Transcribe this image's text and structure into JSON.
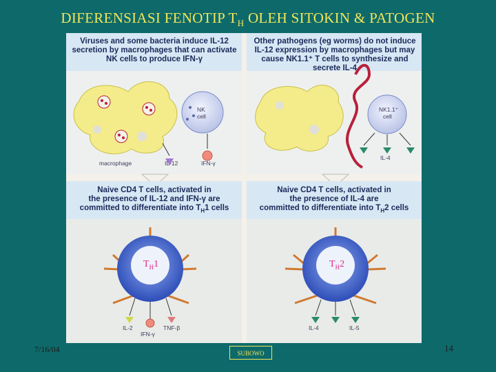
{
  "slide": {
    "title_main": "DIFERENSIASI FENOTIP T",
    "title_sub": "H",
    "title_rest": " OLEH SITOKIN & PATOGEN",
    "date": "7/16/04",
    "author": "SUBOWO",
    "page_number": "14"
  },
  "figure": {
    "top_left_text": "Viruses and some bacteria induce IL-12 secretion by macrophages that can activate NK cells to produce IFN-γ",
    "top_right_text": "Other pathogens (eg worms) do not induce IL-12 expression by macrophages but may cause NK1.1⁺ T cells to synthesize and secrete IL-4",
    "mid_left_text_1": "Naive CD4 T cells, activated in",
    "mid_left_text_2": "the presence of IL-12 and IFN-γ are",
    "mid_left_text_3": "committed to differentiate into T",
    "mid_left_sub": "H",
    "mid_left_tail": "1 cells",
    "mid_right_text_1": "Naive CD4 T cells, activated in",
    "mid_right_text_2": "the presence of IL-4 are",
    "mid_right_text_3": "committed to differentiate into T",
    "mid_right_sub": "H",
    "mid_right_tail": "2 cells",
    "labels": {
      "macrophage": "macrophage",
      "il12": "IL-12",
      "ifn_gamma": "IFN-γ",
      "nk_cell_1": "NK",
      "nk_cell_2": "cell",
      "nk11_1": "NK1.1⁺",
      "nk11_2": "cell",
      "il4_top": "IL-4",
      "il2": "IL-2",
      "tnf_beta": "TNF-β",
      "ifn_gamma_bottom": "IFN-γ",
      "il4_bottom": "IL-4",
      "il5": "IL-5"
    },
    "th1_main": "T",
    "th1_sub": "H",
    "th1_tail": "1",
    "th2_main": "T",
    "th2_sub": "H",
    "th2_tail": "2"
  },
  "colors": {
    "background": "#0e6a6a",
    "title": "#f2e65a",
    "th_label": "#e02a8a",
    "tcell_blue": "#3a5fc8",
    "macrophage_yellow": "#f4ec8a",
    "worm_red": "#b8203a"
  }
}
